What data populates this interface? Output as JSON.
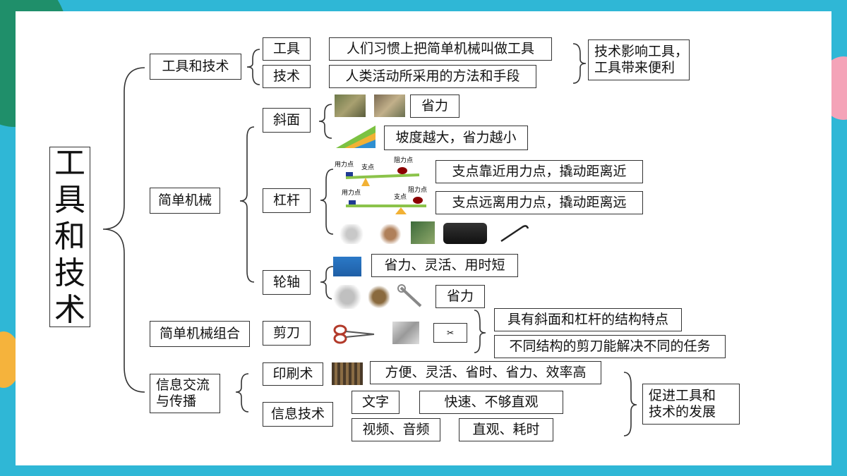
{
  "colors": {
    "frame": "#2fb7d6",
    "line": "#333333"
  },
  "root": {
    "title": "工\n具\n和\n技\n术"
  },
  "sections": {
    "tools_tech": {
      "label": "工具和技术",
      "tool": "工具",
      "tool_def": "人们习惯上把简单机械叫做工具",
      "tech": "技术",
      "tech_def": "人类活动所采用的方法和手段",
      "summary": "技术影响工具，\n工具带来便利"
    },
    "simple_machines": {
      "label": "简单机械",
      "incline": {
        "label": "斜面",
        "effect": "省力",
        "rule": "坡度越大，省力越小"
      },
      "lever": {
        "label": "杠杆",
        "diagram_labels": {
          "effort": "用力点",
          "fulcrum": "支点",
          "load": "阻力点"
        },
        "rule1": "支点靠近用力点，撬动距离近",
        "rule2": "支点远离用力点，撬动距离远"
      },
      "wheel_axle": {
        "label": "轮轴",
        "effect1": "省力、灵活、用时短",
        "effect2": "省力"
      }
    },
    "combination": {
      "label": "简单机械组合",
      "scissors": "剪刀",
      "note1": "具有斜面和杠杆的结构特点",
      "note2": "不同结构的剪刀能解决不同的任务"
    },
    "communication": {
      "label": "信息交流\n与传播",
      "printing": "印刷术",
      "printing_effect": "方便、灵活、省时、省力、效率高",
      "it": "信息技术",
      "text": "文字",
      "text_effect": "快速、不够直观",
      "av": "视频、音频",
      "av_effect": "直观、耗时",
      "summary": "促进工具和\n技术的发展"
    }
  }
}
